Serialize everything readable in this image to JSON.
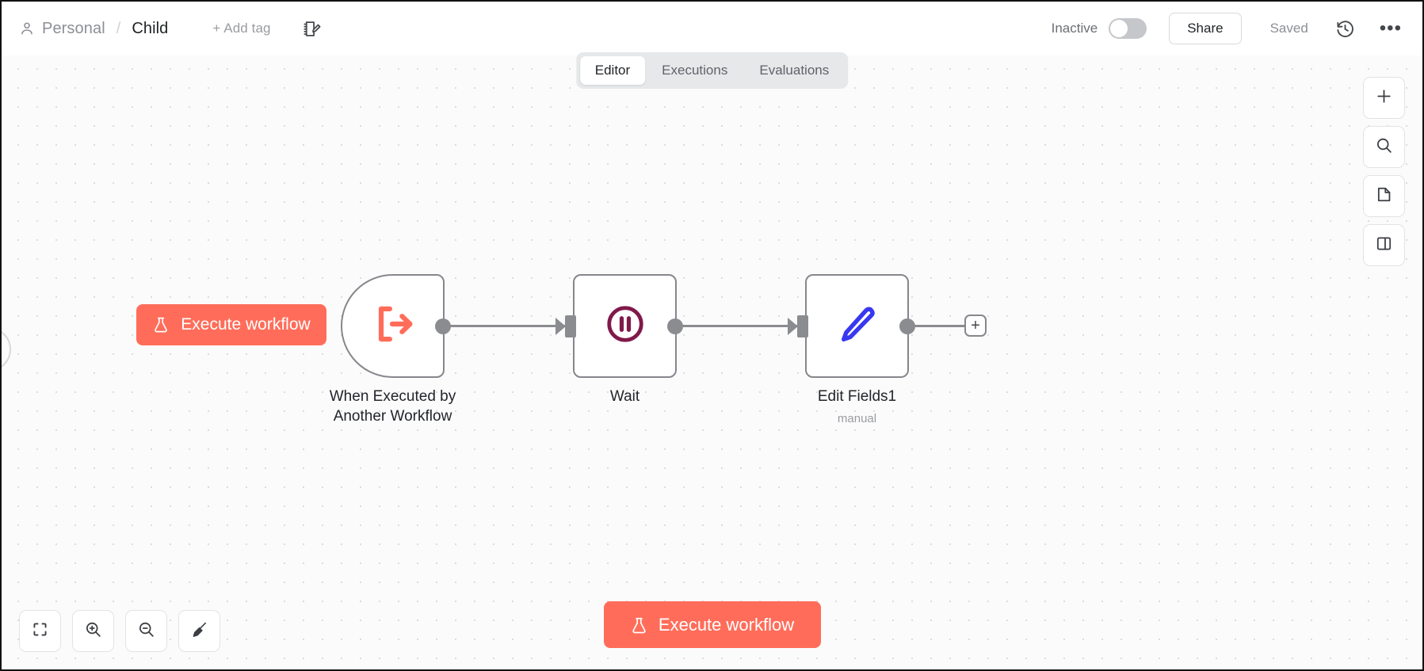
{
  "header": {
    "breadcrumb_owner": "Personal",
    "breadcrumb_separator": "/",
    "workflow_name": "Child",
    "add_tag_label": "+ Add tag",
    "notes_icon": "notes-edit-icon",
    "person_icon": "person-icon",
    "active_state_label": "Inactive",
    "toggle_state": "off",
    "share_label": "Share",
    "save_state_label": "Saved",
    "history_icon": "history-clock-icon",
    "more_menu_label": "•••"
  },
  "tabs": [
    {
      "label": "Editor",
      "active": true
    },
    {
      "label": "Executions",
      "active": false
    },
    {
      "label": "Evaluations",
      "active": false
    }
  ],
  "canvas": {
    "execute_button_label": "Execute workflow",
    "execute_icon": "flask-icon",
    "add_node_plus_label": "+",
    "nodes": [
      {
        "id": "trigger",
        "label": "When Executed by\nAnother Workflow",
        "subtitle": "",
        "icon": "execute-arrow-icon",
        "icon_color": "#ff6d5a",
        "shape": "trigger"
      },
      {
        "id": "wait",
        "label": "Wait",
        "subtitle": "",
        "icon": "pause-circle-icon",
        "icon_color": "#80194a",
        "shape": "square"
      },
      {
        "id": "edit-fields-1",
        "label": "Edit Fields1",
        "subtitle": "manual",
        "icon": "pen-icon",
        "icon_color": "#3838f0",
        "shape": "square"
      }
    ]
  },
  "toolbars": {
    "right": [
      {
        "name": "add-node-button",
        "icon": "plus-icon"
      },
      {
        "name": "search-nodes-button",
        "icon": "search-icon"
      },
      {
        "name": "add-sticky-note-button",
        "icon": "document-icon"
      },
      {
        "name": "toggle-panel-button",
        "icon": "panel-layout-icon"
      }
    ],
    "bottom_left": [
      {
        "name": "zoom-to-fit-button",
        "icon": "fit-view-icon"
      },
      {
        "name": "zoom-in-button",
        "icon": "zoom-in-icon"
      },
      {
        "name": "zoom-out-button",
        "icon": "zoom-out-icon"
      },
      {
        "name": "tidy-up-button",
        "icon": "broom-icon"
      }
    ]
  },
  "colors": {
    "accent": "#ff6d5a",
    "canvas_bg": "#fbfbfb",
    "node_border": "#85878c",
    "tab_bar_bg": "#e7e8ea"
  }
}
